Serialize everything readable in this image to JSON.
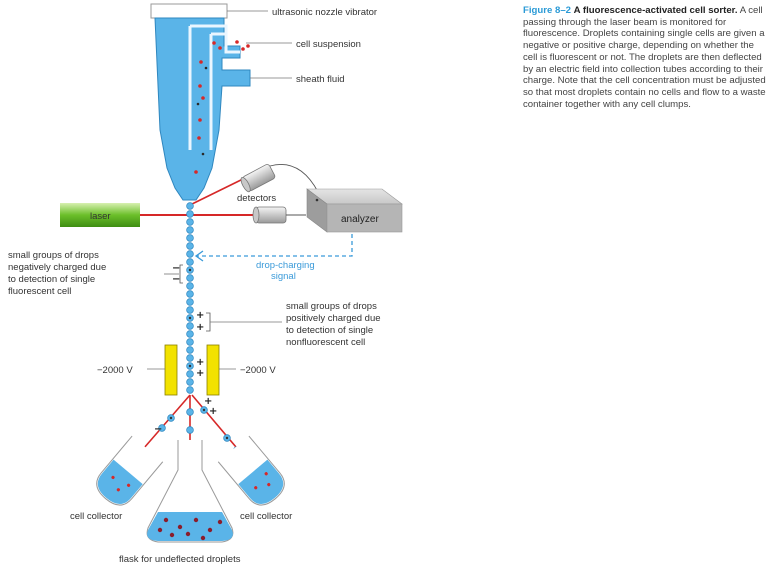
{
  "labels": {
    "vibrator": "ultrasonic nozzle vibrator",
    "suspension": "cell suspension",
    "sheath": "sheath fluid",
    "detectors": "detectors",
    "analyzer": "analyzer",
    "laser": "laser",
    "neg_group": [
      "small groups of drops",
      "negatively charged due",
      "to detection of single",
      "fluorescent cell"
    ],
    "charging": [
      "drop-charging",
      "signal"
    ],
    "pos_group": [
      "small groups of drops",
      "positively charged due",
      "to detection of single",
      "nonfluorescent cell"
    ],
    "voltage_left": "−2000 V",
    "voltage_right": "−2000 V",
    "collector_left": "cell collector",
    "collector_right": "cell collector",
    "flask": "flask for undeflected droplets"
  },
  "caption": {
    "figure": "Figure 8–2",
    "title": "A fluorescence-activated cell sorter.",
    "body": "A cell passing through the laser beam is monitored for fluorescence. Droplets containing single cells are given a negative or positive charge, depending on whether the cell is fluorescent or not. The droplets are then deflected by an electric field into collection tubes according to their charge. Note that the cell concentration must be adjusted so that most droplets contain no cells and flow to a waste container together with any cell clumps."
  },
  "colors": {
    "fluid": "#5ab4e8",
    "laser_beam": "#d62828",
    "plate": "#f2e200",
    "signal": "#3a9ad9"
  }
}
